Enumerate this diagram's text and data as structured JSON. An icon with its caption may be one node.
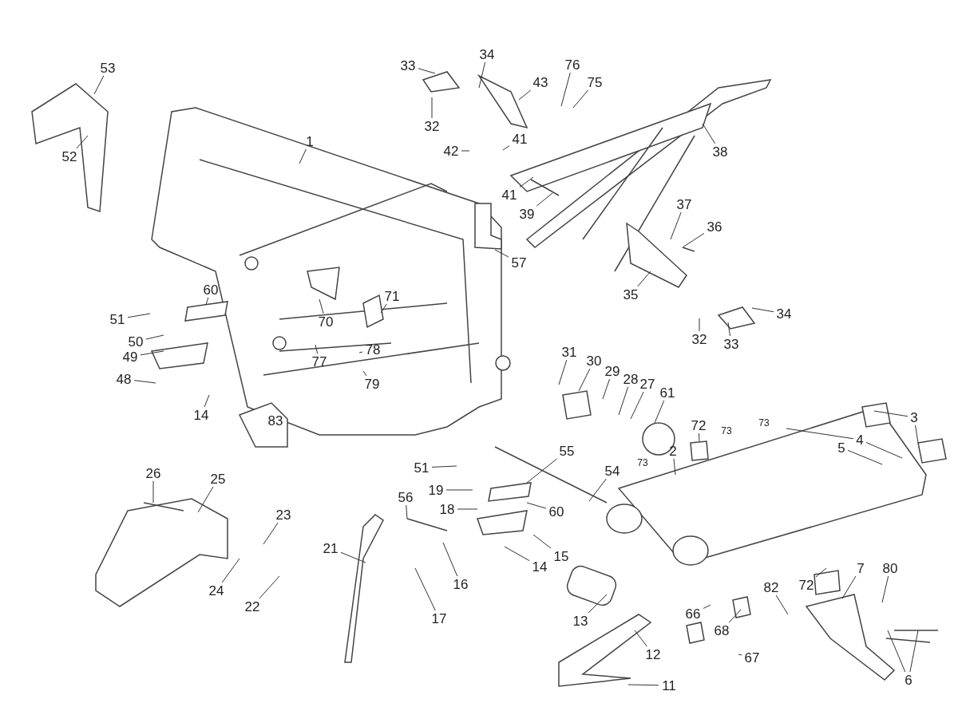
{
  "diagram": {
    "nodes": [
      {
        "text": [
          "1"
        ]
      },
      {
        "text": [
          "53"
        ]
      },
      {
        "text": [
          "52"
        ]
      },
      {
        "text": [
          "34"
        ]
      },
      {
        "text": [
          "33"
        ]
      },
      {
        "text": [
          "43"
        ]
      },
      {
        "text": [
          "76"
        ]
      },
      {
        "text": [
          "75"
        ]
      },
      {
        "text": [
          "32"
        ]
      },
      {
        "text": [
          "42"
        ]
      },
      {
        "text": [
          "41"
        ]
      },
      {
        "text": [
          "38"
        ]
      },
      {
        "text": [
          "41"
        ]
      },
      {
        "text": [
          "39"
        ]
      },
      {
        "text": [
          "37"
        ]
      },
      {
        "text": [
          "36"
        ]
      },
      {
        "text": [
          "57"
        ]
      },
      {
        "text": [
          "35"
        ]
      },
      {
        "text": [
          "32"
        ]
      },
      {
        "text": [
          "33"
        ]
      },
      {
        "text": [
          "34"
        ]
      },
      {
        "text": [
          "60"
        ]
      },
      {
        "text": [
          "51"
        ]
      },
      {
        "text": [
          "70"
        ]
      },
      {
        "text": [
          "71"
        ]
      },
      {
        "text": [
          "50"
        ]
      },
      {
        "text": [
          "49"
        ]
      },
      {
        "text": [
          "77"
        ]
      },
      {
        "text": [
          "78"
        ]
      },
      {
        "text": [
          "79"
        ]
      },
      {
        "text": [
          "48"
        ]
      },
      {
        "text": [
          "14"
        ]
      },
      {
        "text": [
          "31"
        ]
      },
      {
        "text": [
          "30"
        ]
      },
      {
        "text": [
          "29"
        ]
      },
      {
        "text": [
          "28"
        ]
      },
      {
        "text": [
          "27"
        ]
      },
      {
        "text": [
          "61"
        ]
      },
      {
        "text": [
          "72"
        ]
      },
      {
        "text": [
          "3"
        ]
      },
      {
        "text": [
          "4"
        ]
      },
      {
        "text": [
          "5"
        ]
      },
      {
        "text": [
          "2"
        ]
      },
      {
        "text": [
          "55"
        ]
      },
      {
        "text": [
          "54"
        ]
      },
      {
        "text": [
          "26"
        ]
      },
      {
        "text": [
          "25"
        ]
      },
      {
        "text": [
          "23"
        ]
      },
      {
        "text": [
          "24"
        ]
      },
      {
        "text": [
          "22"
        ]
      },
      {
        "text": [
          "21"
        ]
      },
      {
        "text": [
          "56"
        ]
      },
      {
        "text": [
          "51"
        ]
      },
      {
        "text": [
          "19"
        ]
      },
      {
        "text": [
          "18"
        ]
      },
      {
        "text": [
          "16"
        ]
      },
      {
        "text": [
          "17"
        ]
      },
      {
        "text": [
          "60"
        ]
      },
      {
        "text": [
          "15"
        ]
      },
      {
        "text": [
          "14"
        ]
      },
      {
        "text": [
          "13"
        ]
      },
      {
        "text": [
          "12"
        ]
      },
      {
        "text": [
          "11"
        ]
      },
      {
        "text": [
          "72"
        ]
      },
      {
        "text": [
          "66"
        ]
      },
      {
        "text": [
          "68"
        ]
      },
      {
        "text": [
          "67"
        ]
      },
      {
        "text": [
          "82"
        ]
      },
      {
        "text": [
          "7"
        ]
      },
      {
        "text": [
          "80"
        ]
      },
      {
        "text": [
          "6"
        ]
      }
    ],
    "edges": [
      {
        "from": 0,
        "to": null,
        "arrow": "none"
      },
      {
        "from": 1,
        "to": null,
        "arrow": "none"
      },
      {
        "from": 2,
        "to": null,
        "arrow": "none"
      },
      {
        "from": 3,
        "to": null,
        "arrow": "none"
      },
      {
        "from": 4,
        "to": null,
        "arrow": "none"
      },
      {
        "from": 5,
        "to": null,
        "arrow": "none"
      },
      {
        "from": 6,
        "to": null,
        "arrow": "none"
      },
      {
        "from": 7,
        "to": null,
        "arrow": "none"
      },
      {
        "from": 8,
        "to": null,
        "arrow": "none"
      },
      {
        "from": 9,
        "to": null,
        "arrow": "none"
      },
      {
        "from": 10,
        "to": null,
        "arrow": "none"
      },
      {
        "from": 11,
        "to": null,
        "arrow": "none"
      },
      {
        "from": 12,
        "to": null,
        "arrow": "none"
      },
      {
        "from": 13,
        "to": null,
        "arrow": "none"
      },
      {
        "from": 14,
        "to": null,
        "arrow": "none"
      },
      {
        "from": 15,
        "to": null,
        "arrow": "none"
      },
      {
        "from": 16,
        "to": null,
        "arrow": "none"
      },
      {
        "from": 17,
        "to": null,
        "arrow": "none"
      },
      {
        "from": 18,
        "to": null,
        "arrow": "none"
      },
      {
        "from": 19,
        "to": null,
        "arrow": "none"
      },
      {
        "from": 20,
        "to": null,
        "arrow": "none"
      },
      {
        "from": 21,
        "to": null,
        "arrow": "none"
      },
      {
        "from": 22,
        "to": null,
        "arrow": "none"
      },
      {
        "from": 23,
        "to": null,
        "arrow": "none"
      },
      {
        "from": 24,
        "to": null,
        "arrow": "none"
      },
      {
        "from": 25,
        "to": null,
        "arrow": "none"
      },
      {
        "from": 26,
        "to": null,
        "arrow": "none"
      },
      {
        "from": 27,
        "to": null,
        "arrow": "none"
      },
      {
        "from": 28,
        "to": null,
        "arrow": "none"
      },
      {
        "from": 29,
        "to": null,
        "arrow": "none"
      },
      {
        "from": 30,
        "to": null,
        "arrow": "none"
      },
      {
        "from": 31,
        "to": null,
        "arrow": "none"
      },
      {
        "from": 32,
        "to": null,
        "arrow": "none"
      },
      {
        "from": 33,
        "to": null,
        "arrow": "none"
      },
      {
        "from": 34,
        "to": null,
        "arrow": "none"
      },
      {
        "from": 35,
        "to": null,
        "arrow": "none"
      },
      {
        "from": 36,
        "to": null,
        "arrow": "none"
      },
      {
        "from": 37,
        "to": null,
        "arrow": "none"
      },
      {
        "from": 38,
        "to": null,
        "arrow": "none"
      },
      {
        "from": 39,
        "to": null,
        "arrow": "none"
      },
      {
        "from": 39,
        "to": null,
        "arrow": "none"
      },
      {
        "from": 40,
        "to": null,
        "arrow": "none"
      },
      {
        "from": 40,
        "to": null,
        "arrow": "none"
      },
      {
        "from": 41,
        "to": null,
        "arrow": "none"
      },
      {
        "from": 42,
        "to": null,
        "arrow": "none"
      },
      {
        "from": 43,
        "to": null,
        "arrow": "none"
      },
      {
        "from": 44,
        "to": null,
        "arrow": "none"
      },
      {
        "from": 45,
        "to": null,
        "arrow": "none"
      },
      {
        "from": 46,
        "to": null,
        "arrow": "none"
      },
      {
        "from": 47,
        "to": null,
        "arrow": "none"
      },
      {
        "from": 48,
        "to": null,
        "arrow": "none"
      },
      {
        "from": 49,
        "to": null,
        "arrow": "none"
      },
      {
        "from": 50,
        "to": null,
        "arrow": "none"
      },
      {
        "from": 51,
        "to": null,
        "arrow": "none"
      },
      {
        "from": 52,
        "to": null,
        "arrow": "none"
      },
      {
        "from": 53,
        "to": null,
        "arrow": "none"
      },
      {
        "from": 54,
        "to": null,
        "arrow": "none"
      },
      {
        "from": 55,
        "to": null,
        "arrow": "none"
      },
      {
        "from": 56,
        "to": null,
        "arrow": "none"
      },
      {
        "from": 57,
        "to": null,
        "arrow": "none"
      },
      {
        "from": 58,
        "to": null,
        "arrow": "none"
      },
      {
        "from": 59,
        "to": null,
        "arrow": "none"
      },
      {
        "from": 60,
        "to": null,
        "arrow": "none"
      },
      {
        "from": 61,
        "to": null,
        "arrow": "none"
      },
      {
        "from": 62,
        "to": null,
        "arrow": "none"
      },
      {
        "from": 63,
        "to": null,
        "arrow": "none"
      },
      {
        "from": 64,
        "to": null,
        "arrow": "none"
      },
      {
        "from": 65,
        "to": null,
        "arrow": "none"
      },
      {
        "from": 66,
        "to": null,
        "arrow": "none"
      },
      {
        "from": 67,
        "to": null,
        "arrow": "none"
      },
      {
        "from": 68,
        "to": null,
        "arrow": "none"
      },
      {
        "from": 69,
        "to": null,
        "arrow": "none"
      },
      {
        "from": 70,
        "to": null,
        "arrow": "none"
      },
      {
        "from": 70,
        "to": null,
        "arrow": "none"
      }
    ],
    "labels": [
      "83",
      "73",
      "73",
      "73"
    ]
  }
}
